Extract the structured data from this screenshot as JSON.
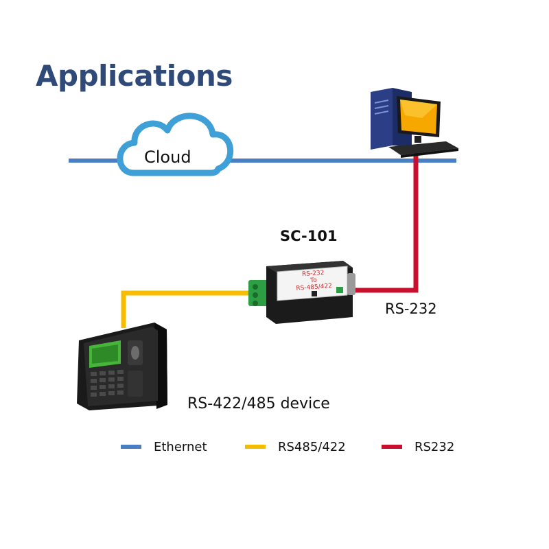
{
  "title": "Applications",
  "cloud_label": "Cloud",
  "product_name": "SC-101",
  "rs232_label": "RS-232",
  "device_label": "RS-422/485 device",
  "converter": {
    "line1": "RS-232",
    "line2": "To",
    "line3": "RS-485/422"
  },
  "legend": [
    {
      "label": "Ethernet",
      "color": "#4a7ec4"
    },
    {
      "label": "RS485/422",
      "color": "#f5bc00"
    },
    {
      "label": "RS232",
      "color": "#c8102e"
    }
  ],
  "colors": {
    "title": "#2f4a78",
    "ethernet": "#4a7ec4",
    "rs485": "#f5bc00",
    "rs232": "#c8102e",
    "cloud": "#3fa0d8"
  },
  "icons": {
    "cloud": "cloud-icon",
    "computer": "desktop-computer-icon",
    "converter": "serial-converter-icon",
    "terminal": "fingerprint-terminal-icon"
  }
}
